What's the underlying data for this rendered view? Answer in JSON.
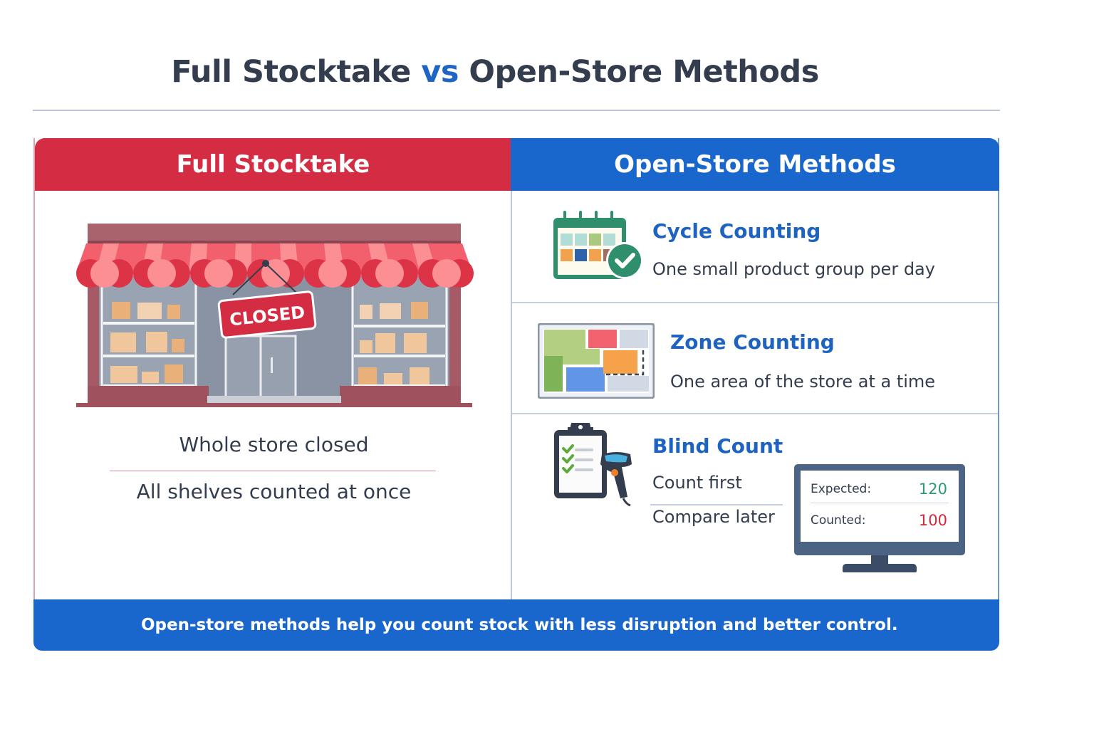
{
  "header": {
    "title_part1": "Full Stocktake",
    "title_vs": "vs",
    "title_part2": "Open-Store Methods"
  },
  "left_panel": {
    "heading": "Full Stocktake",
    "illustration": "closed-store-icon",
    "sign_text": "CLOSED",
    "line1": "Whole store closed",
    "line2": "All shelves counted at once"
  },
  "right_panel": {
    "heading": "Open-Store Methods",
    "methods": [
      {
        "icon": "calendar-check-icon",
        "title": "Cycle Counting",
        "description": "One small product group per day"
      },
      {
        "icon": "zone-map-icon",
        "title": "Zone Counting",
        "description": "One area of the store at a time"
      },
      {
        "icon": "clipboard-scanner-icon",
        "title": "Blind Count",
        "steps": [
          "Count first",
          "Compare later"
        ],
        "monitor": {
          "expected_label": "Expected:",
          "expected_value": "120",
          "counted_label": "Counted:",
          "counted_value": "100"
        }
      }
    ]
  },
  "footer": {
    "text": "Open-store methods help you count stock with less disruption and better control."
  },
  "colors": {
    "full_stocktake_red": "#d42d43",
    "open_store_blue": "#1967cc",
    "title_text": "#333d4d",
    "expected_green": "#2a9870",
    "counted_red": "#d02a3a"
  }
}
